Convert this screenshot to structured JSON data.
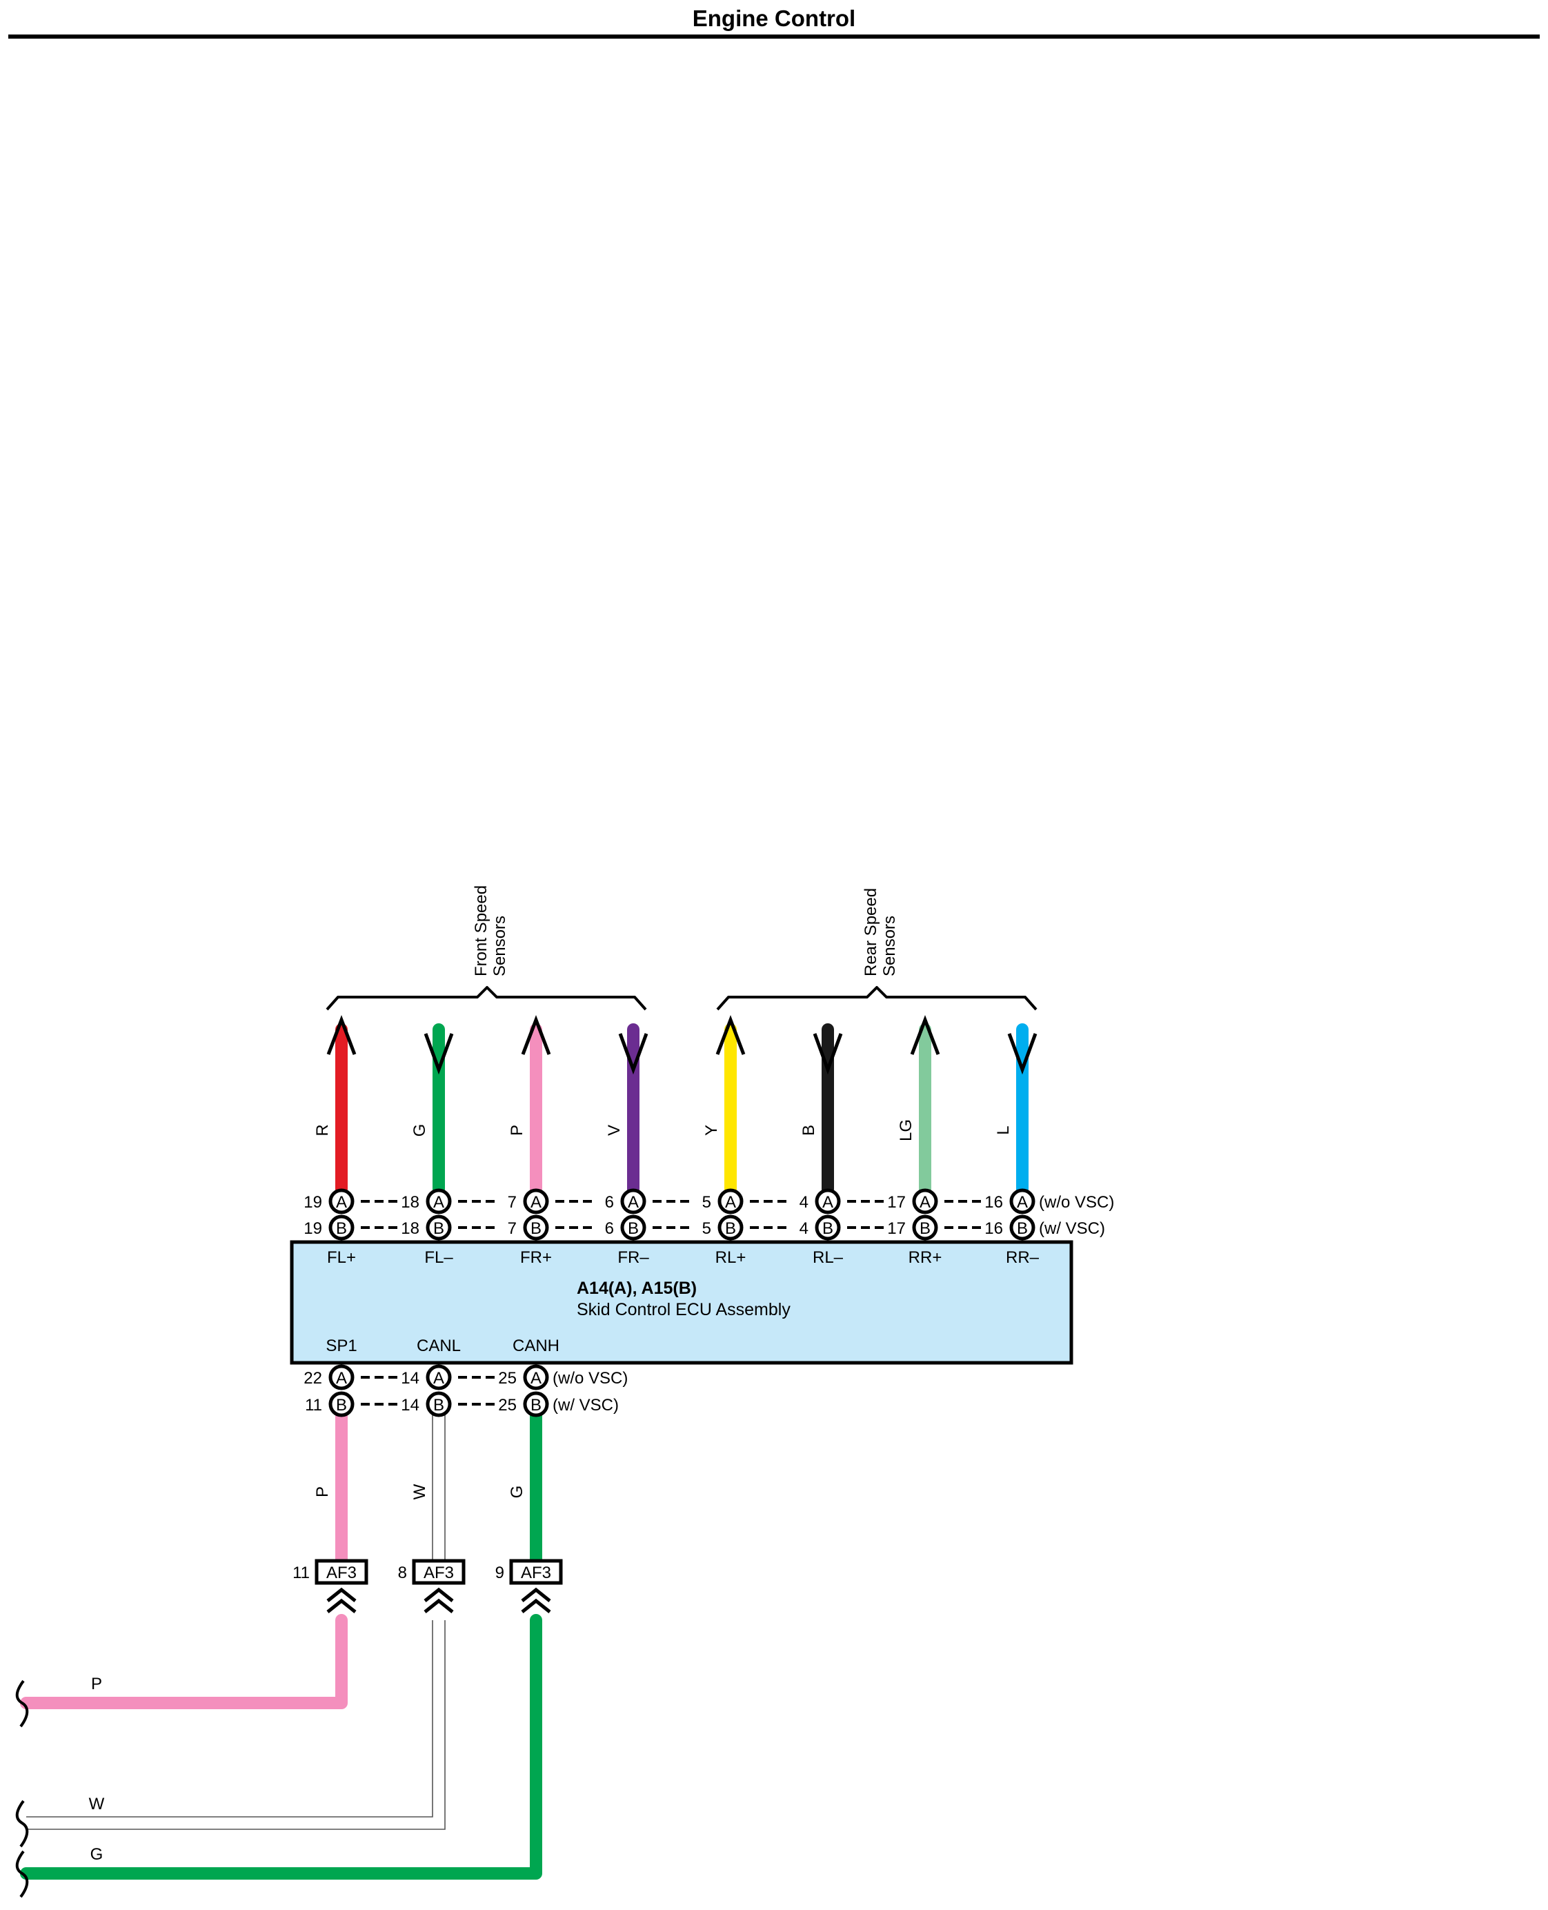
{
  "page": {
    "title": "Engine Control"
  },
  "groups": {
    "front": {
      "line1": "Front Speed",
      "line2": "Sensors"
    },
    "rear": {
      "line1": "Rear Speed",
      "line2": "Sensors"
    }
  },
  "colors": {
    "R": "#e31c24",
    "G": "#00a650",
    "P": "#f48fbd",
    "V": "#6b2d91",
    "Y": "#ffe600",
    "B": "#1a1a1a",
    "LG": "#82ca9c",
    "L": "#00aeef",
    "W": "#ffffff"
  },
  "top_wires": [
    {
      "color": "R",
      "dir": "up",
      "pinA": "19",
      "pinB": "19",
      "terminal": "FL+"
    },
    {
      "color": "G",
      "dir": "down",
      "pinA": "18",
      "pinB": "18",
      "terminal": "FL–"
    },
    {
      "color": "P",
      "dir": "up",
      "pinA": "7",
      "pinB": "7",
      "terminal": "FR+"
    },
    {
      "color": "V",
      "dir": "down",
      "pinA": "6",
      "pinB": "6",
      "terminal": "FR–"
    },
    {
      "color": "Y",
      "dir": "up",
      "pinA": "5",
      "pinB": "5",
      "terminal": "RL+"
    },
    {
      "color": "B",
      "dir": "down",
      "pinA": "4",
      "pinB": "4",
      "terminal": "RL–"
    },
    {
      "color": "LG",
      "dir": "up",
      "pinA": "17",
      "pinB": "17",
      "terminal": "RR+"
    },
    {
      "color": "L",
      "dir": "down",
      "pinA": "16",
      "pinB": "16",
      "terminal": "RR–"
    }
  ],
  "connector_letters": {
    "a": "A",
    "b": "B"
  },
  "variant_labels": {
    "a": "(w/o VSC)",
    "b": "(w/ VSC)"
  },
  "ecu": {
    "code": "A14(A), A15(B)",
    "name": "Skid Control ECU Assembly"
  },
  "bottom_wires": [
    {
      "color": "P",
      "pinA": "22",
      "pinB": "11",
      "terminal": "SP1",
      "af_pin": "11",
      "af_label": "AF3",
      "edge_label": "P"
    },
    {
      "color": "W",
      "pinA": "14",
      "pinB": "14",
      "terminal": "CANL",
      "af_pin": "8",
      "af_label": "AF3",
      "edge_label": "W"
    },
    {
      "color": "G",
      "pinA": "25",
      "pinB": "25",
      "terminal": "CANH",
      "af_pin": "9",
      "af_label": "AF3",
      "edge_label": "G"
    }
  ]
}
